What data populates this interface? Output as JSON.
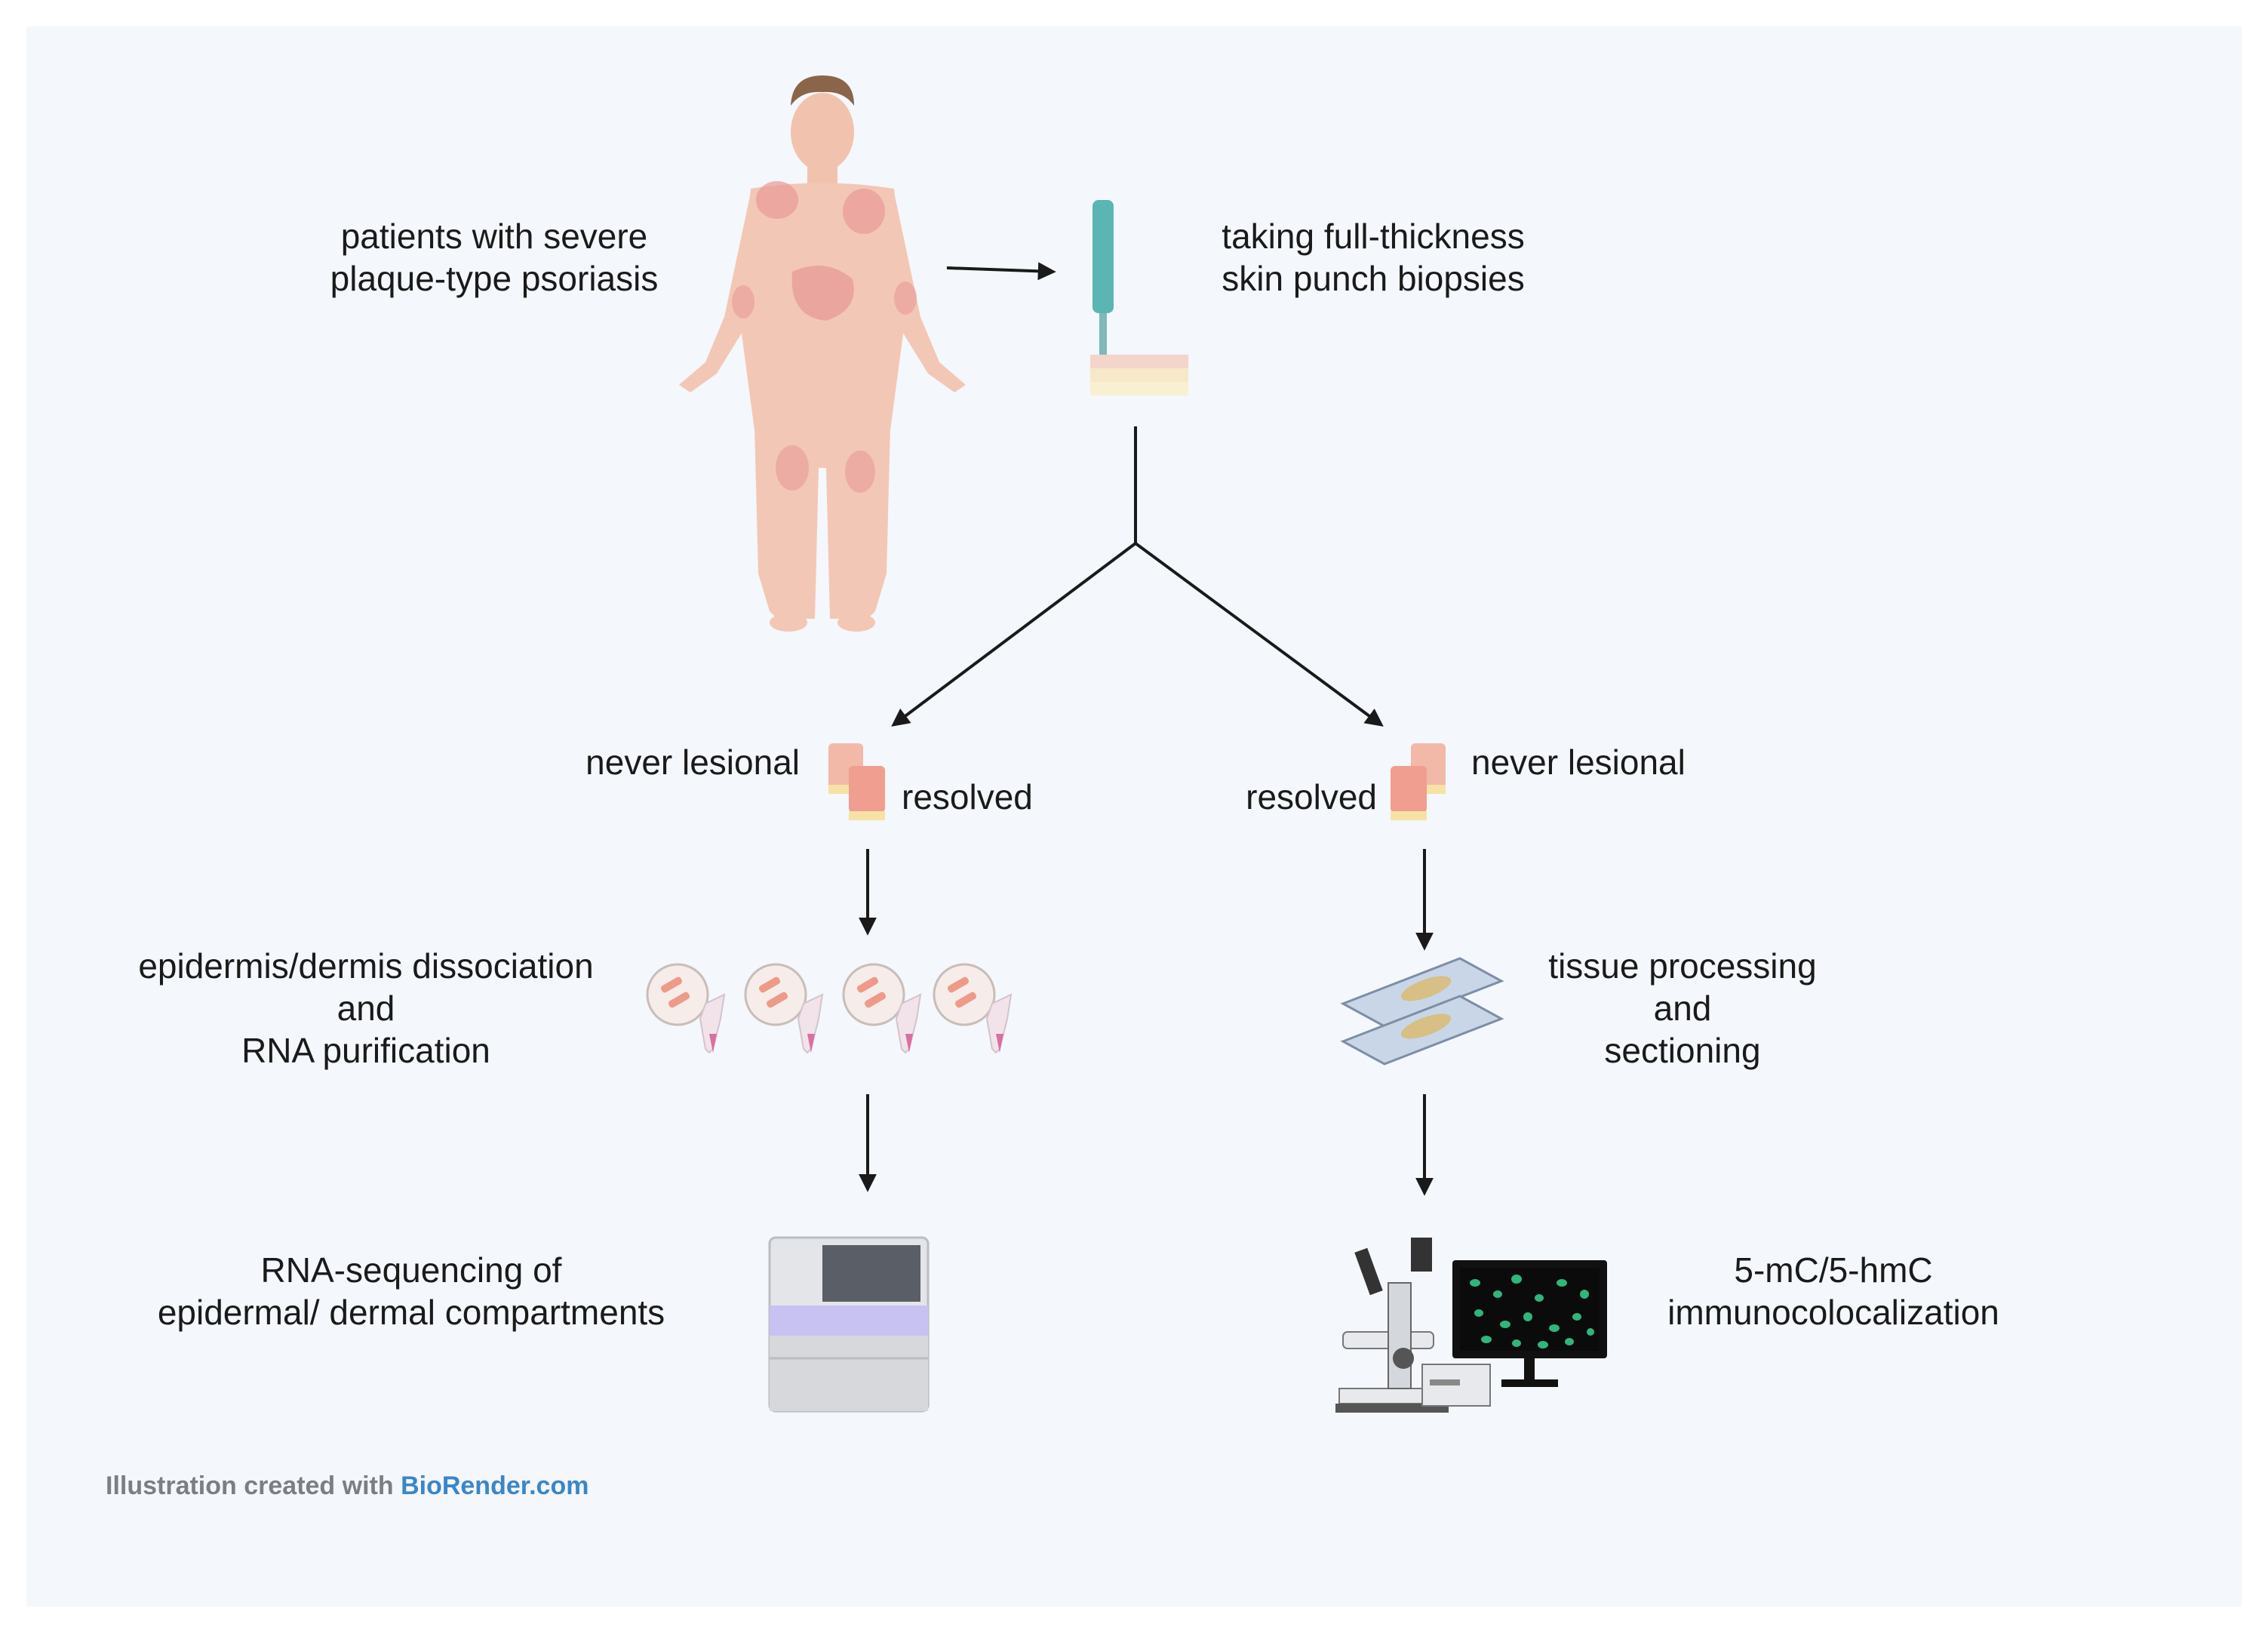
{
  "labels": {
    "patients": [
      "patients with severe",
      "plaque-type psoriasis"
    ],
    "biopsy": [
      "taking full-thickness",
      "skin punch biopsies"
    ],
    "left_never_lesional": "never lesional",
    "left_resolved": "resolved",
    "right_resolved": "resolved",
    "right_never_lesional": "never lesional",
    "dissociation": [
      "epidermis/dermis dissociation",
      "and",
      "RNA purification"
    ],
    "tissue": [
      "tissue processing",
      "and",
      "sectioning"
    ],
    "rnaseq": [
      "RNA-sequencing of",
      "epidermal/ dermal compartments"
    ],
    "immuno": [
      "5-mC/5-hmC",
      "immunocolocalization"
    ]
  },
  "credit": {
    "prefix": "Illustration created with ",
    "brand": "BioRender.com"
  },
  "colors": {
    "background": "#f4f7fb",
    "skin": "#f3c7b5",
    "lesion": "#e89a98",
    "arrow": "#1a1a1a",
    "brand": "#3a86c8"
  }
}
